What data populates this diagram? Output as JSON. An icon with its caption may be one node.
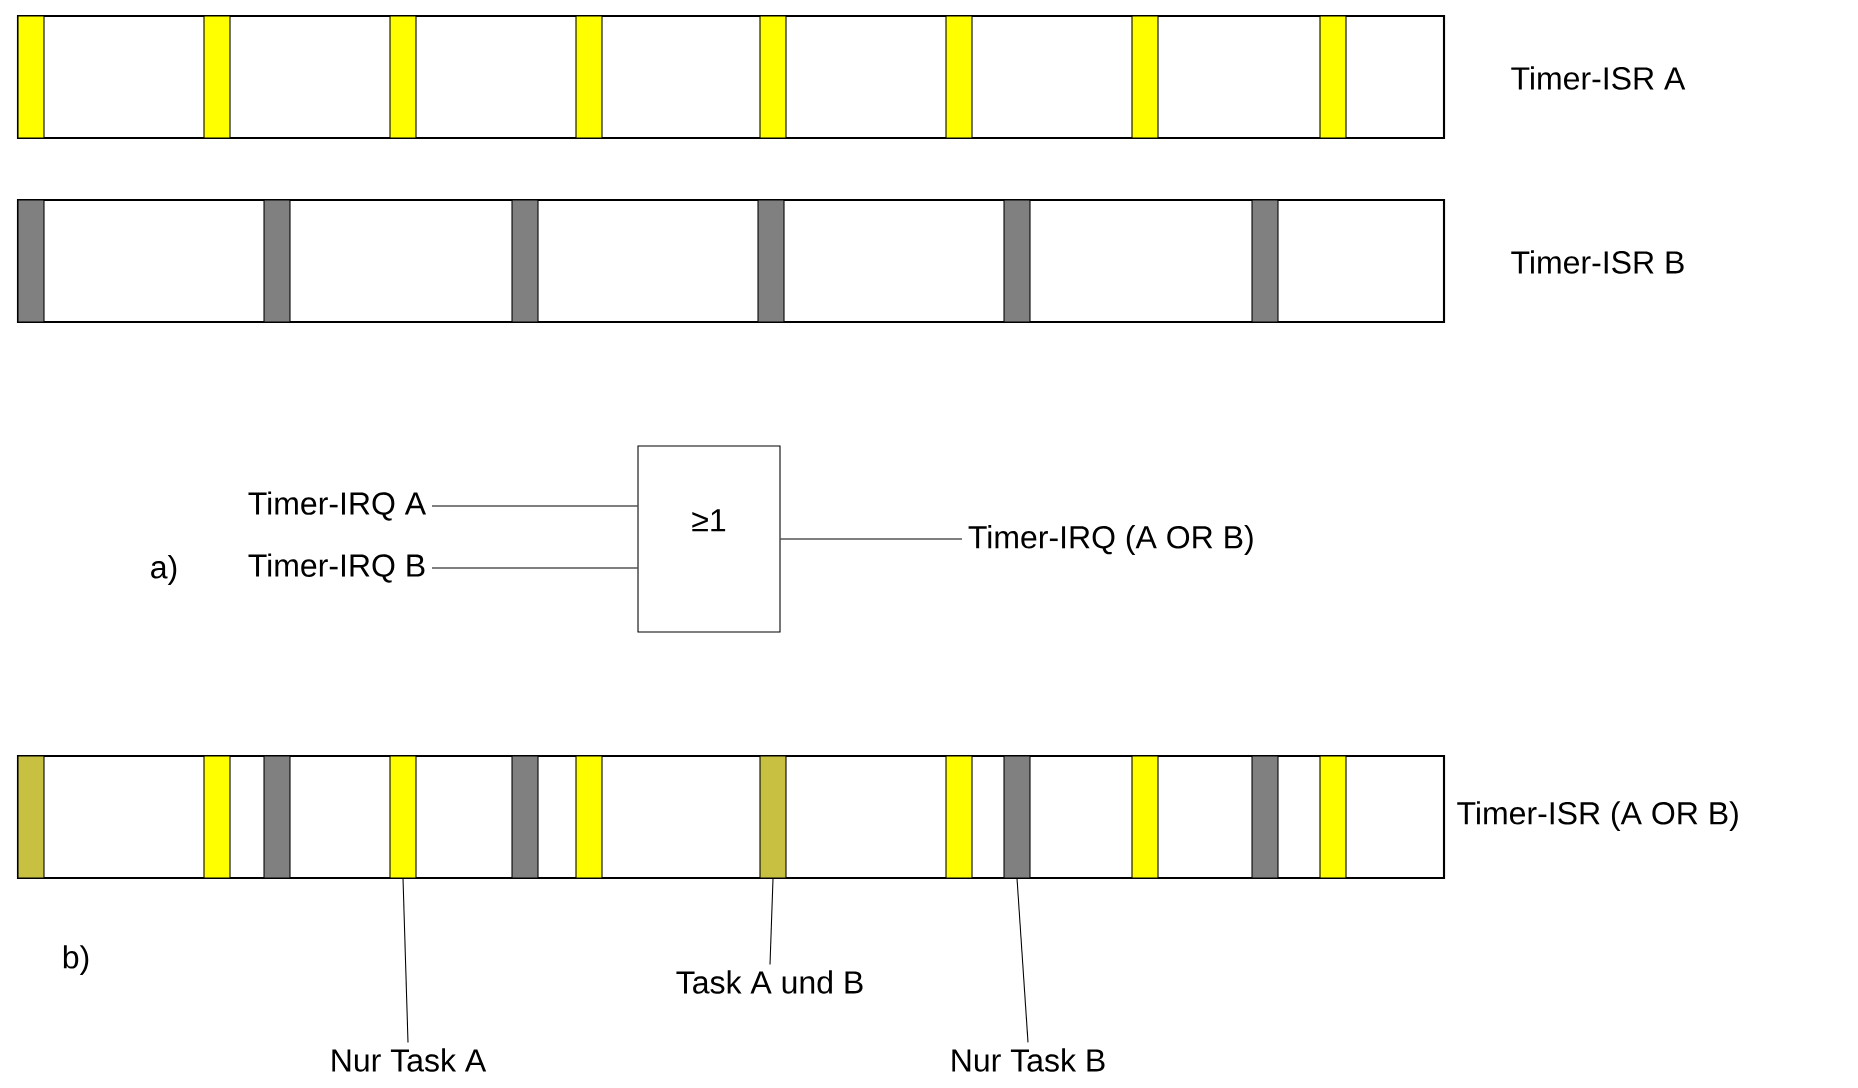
{
  "diagram": {
    "nodes": [
      {
        "text": [
          "Timer-IRQ A"
        ]
      },
      {
        "text": [
          "Timer-IRQ B"
        ]
      },
      {
        "text": [
          "≥1"
        ]
      },
      {
        "text": [
          "Timer-IRQ (A OR B)"
        ]
      },
      {
        "text": [],
        "shape": "bar"
      },
      {
        "text": [],
        "shape": "bar"
      },
      {
        "text": [],
        "shape": "bar"
      },
      {
        "text": [
          "Task A und B"
        ]
      },
      {
        "text": [
          "Nur Task A"
        ]
      },
      {
        "text": [
          "Nur Task B"
        ]
      }
    ],
    "edges": [
      {
        "from": 0,
        "to": 2,
        "arrow": "none"
      },
      {
        "from": 1,
        "to": 2,
        "arrow": "none"
      },
      {
        "from": 2,
        "to": 3,
        "arrow": "none"
      },
      {
        "from": 8,
        "to": 4,
        "arrow": "none"
      },
      {
        "from": 7,
        "to": 5,
        "arrow": "none"
      },
      {
        "from": 9,
        "to": 6,
        "arrow": "none"
      }
    ],
    "labels": [
      "Timer-ISR A",
      "Timer-ISR B",
      "a)",
      "Timer-ISR (A OR B)",
      "b)"
    ]
  }
}
